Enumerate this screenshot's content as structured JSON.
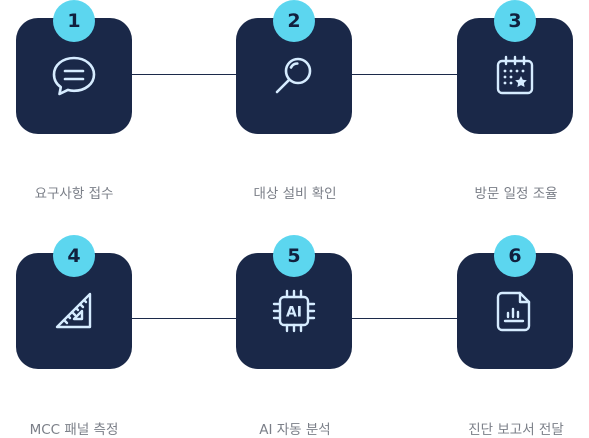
{
  "steps": [
    {
      "number": "1",
      "label": "요구사항 접수",
      "icon": "chat-bubble-icon"
    },
    {
      "number": "2",
      "label": "대상 설비 확인",
      "icon": "magnifier-icon"
    },
    {
      "number": "3",
      "label": "방문 일정 조율",
      "icon": "calendar-star-icon"
    },
    {
      "number": "4",
      "label": "MCC 패널 측정",
      "icon": "set-square-ruler-icon"
    },
    {
      "number": "5",
      "label": "AI 자동 분석",
      "icon": "ai-chip-icon"
    },
    {
      "number": "6",
      "label": "진단 보고서 전달",
      "icon": "report-chart-icon"
    }
  ],
  "chip_text": "AI",
  "colors": {
    "box": "#1a2848",
    "badge": "#5cd6ef",
    "icon": "#d6ecff",
    "label": "#7b7f88"
  }
}
